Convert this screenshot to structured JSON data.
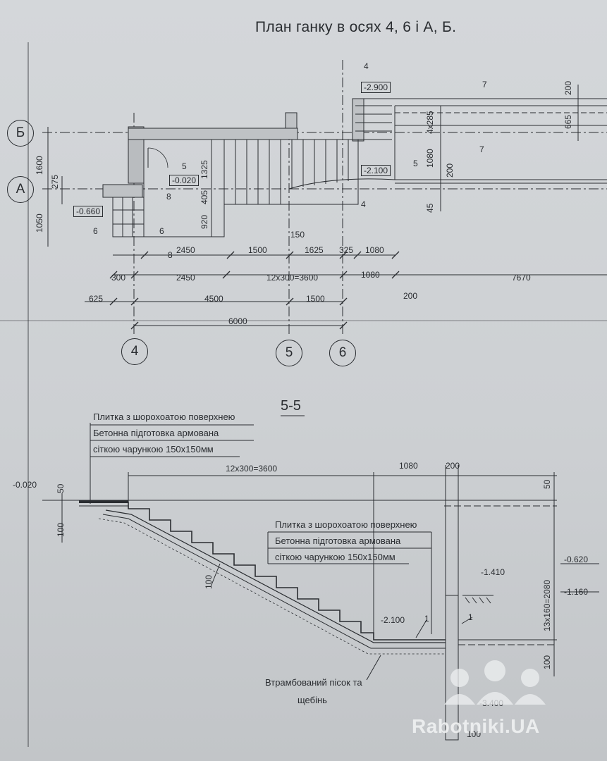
{
  "title": "План ганку в осях 4, 6 і А, Б.",
  "axes": {
    "row_b": "Б",
    "row_a": "А",
    "col_4": "4",
    "col_5": "5",
    "col_6": "6"
  },
  "plan": {
    "dims_left": [
      "1600",
      "275",
      "1050"
    ],
    "dims_inner": [
      "1325",
      "405",
      "920"
    ],
    "dims_right": [
      "4x285",
      "1080",
      "200",
      "45",
      "200",
      "665"
    ],
    "row1": [
      "2450",
      "1500",
      "1625",
      "325",
      "1080",
      "150"
    ],
    "row2": [
      "300",
      "2450",
      "12x300=3600",
      "1080",
      "7670",
      "200"
    ],
    "row3": [
      "625",
      "4500",
      "1500"
    ],
    "row4": "6000",
    "levels": [
      "-2.900",
      "-0.020",
      "-0.660",
      "-2.100"
    ],
    "cut_marks": [
      "4",
      "7",
      "7",
      "5",
      "5",
      "8",
      "8",
      "6",
      "6",
      "4"
    ]
  },
  "section": {
    "title": "5-5",
    "note1_line1": "Плитка з шорохоатою поверхнею",
    "note1_line2": "Бетонна підготовка армована",
    "note1_line3": "сіткою чарункою 150x150мм",
    "note2_line1": "Плитка з шорохоатою поверхнею",
    "note2_line2": "Бетонна підготовка армована",
    "note2_line3": "сіткою чарункою 150x150мм",
    "dims_top": [
      "12x300=3600",
      "1080",
      "200"
    ],
    "levels": [
      "-0.020",
      "-1.410",
      "-2.100",
      "-0.620",
      "-1.160",
      "-3.400"
    ],
    "dims_side": [
      "50",
      "100",
      "100",
      "50",
      "13x160=2080",
      "100",
      "100"
    ],
    "sand_line1": "Втрамбований пісок та",
    "sand_line2": "щебінь",
    "markers": [
      "1",
      "1"
    ]
  },
  "watermark": "Rabotniki.UA"
}
